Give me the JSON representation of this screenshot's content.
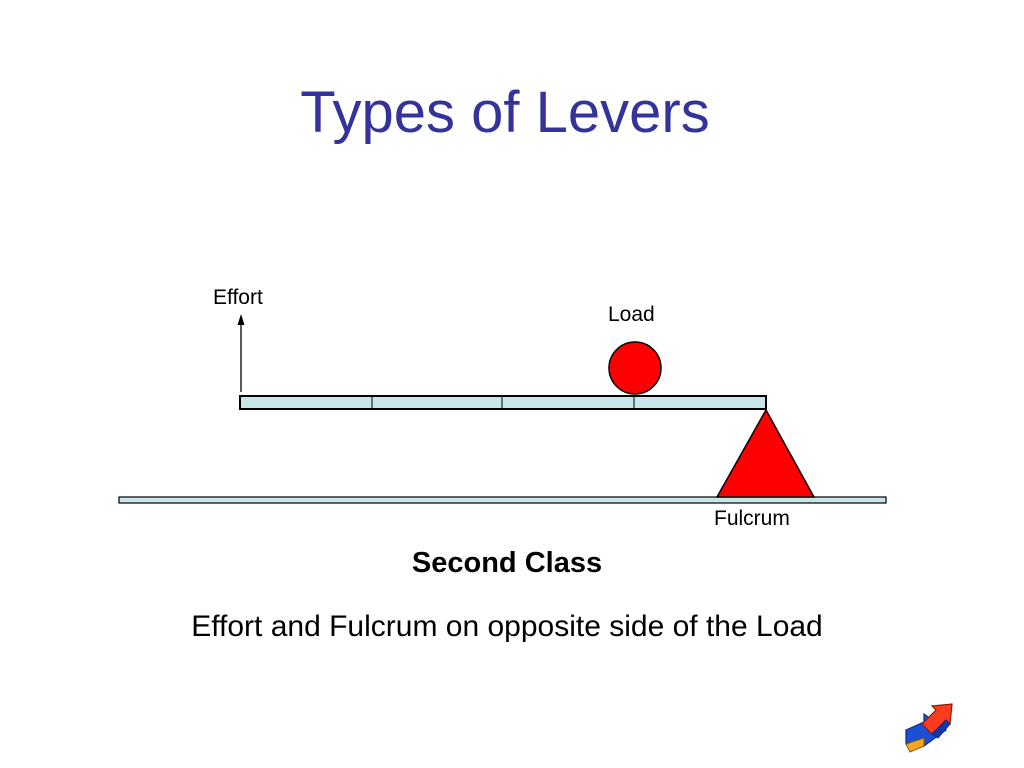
{
  "slide": {
    "title": "Types of Levers",
    "subtitle": "Second Class",
    "description": "Effort and Fulcrum on opposite side of the Load"
  },
  "diagram": {
    "labels": {
      "effort": "Effort",
      "load": "Load",
      "fulcrum": "Fulcrum"
    },
    "colors": {
      "lever_fill": "#c6e6ea",
      "ground_fill": "#c6e6ea",
      "load_fill": "#ff0000",
      "fulcrum_fill": "#ff0000",
      "outline": "#000000"
    }
  },
  "navigation": {
    "icon": "forward-arrow-icon",
    "colors": {
      "primary": "#1a4fd6",
      "secondary": "#ff3b1f"
    }
  }
}
